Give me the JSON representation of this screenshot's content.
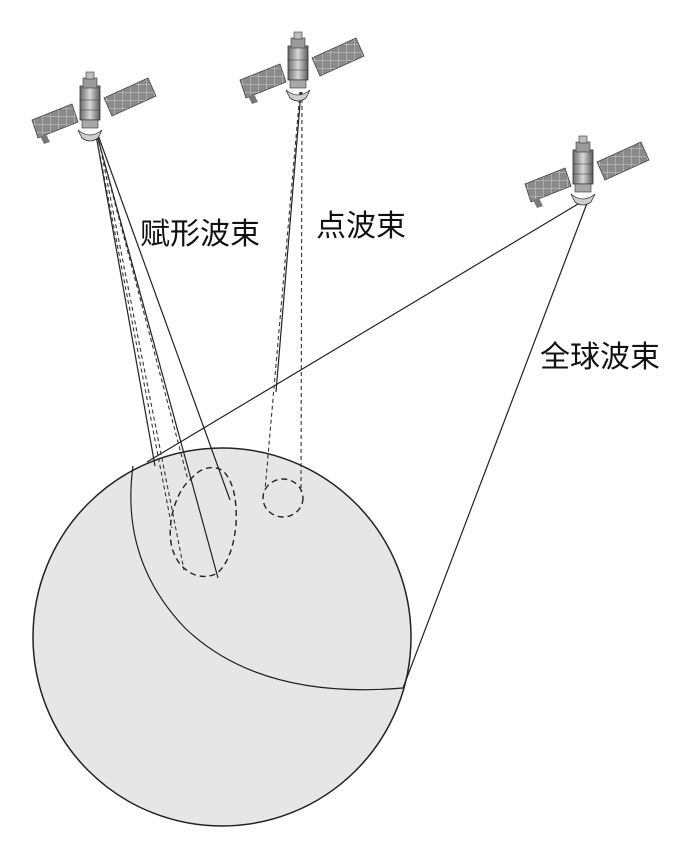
{
  "labels": {
    "shaped_beam": "赋形波束",
    "spot_beam": "点波束",
    "global_beam": "全球波束"
  },
  "colors": {
    "earth_fill": "#e6e6e6",
    "line": "#222222",
    "background": "#ffffff"
  },
  "icons": {
    "satellite": "satellite-icon",
    "earth": "earth-globe"
  }
}
